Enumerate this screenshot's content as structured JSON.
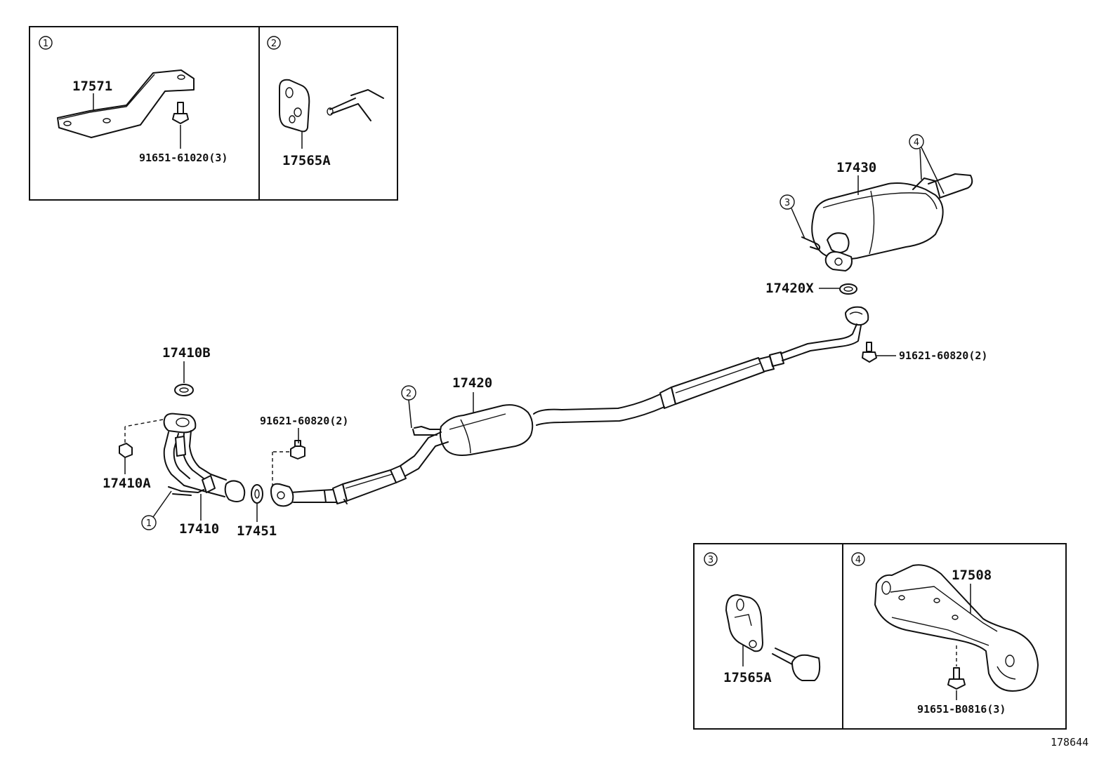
{
  "diagram_id": "178644",
  "callouts": {
    "c1": "1",
    "c2": "2",
    "c3": "3",
    "c4": "4"
  },
  "labels": {
    "p17571": "17571",
    "p91651_61020": "91651-61020(3)",
    "p17565A_top": "17565A",
    "p17430": "17430",
    "p17420X": "17420X",
    "p17410B": "17410B",
    "p17420": "17420",
    "p91621_60820_a": "91621-60820(2)",
    "p91621_60820_b": "91621-60820(2)",
    "p17410A": "17410A",
    "p17410": "17410",
    "p17451": "17451",
    "p17508": "17508",
    "p17565A_bot": "17565A",
    "p91651_B0816": "91651-B0816(3)"
  }
}
